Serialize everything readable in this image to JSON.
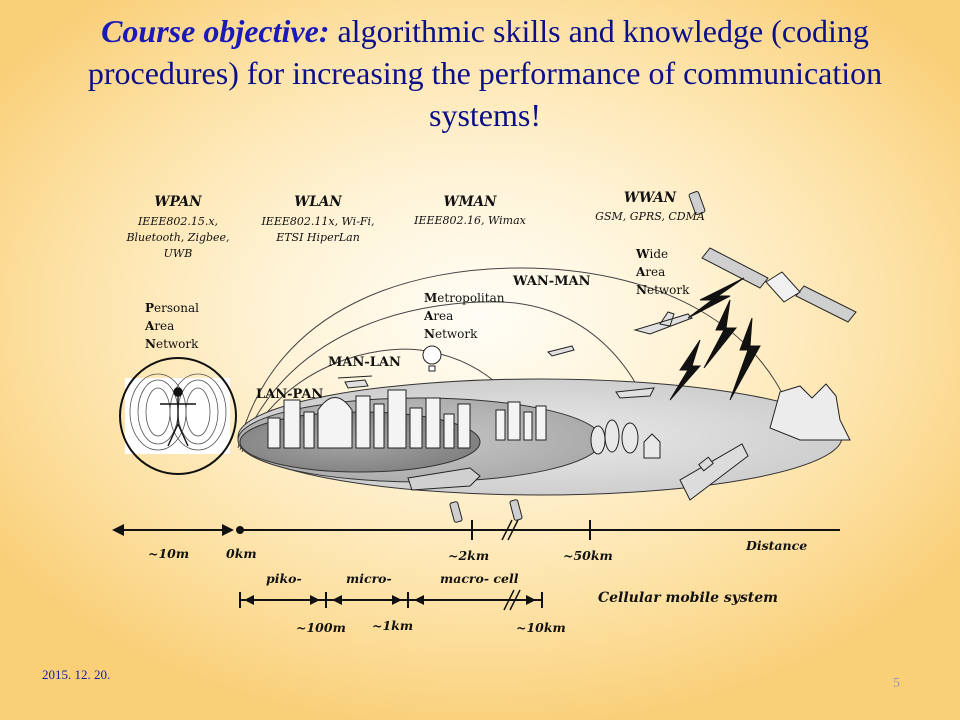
{
  "title": {
    "lead": "Course objective:",
    "rest": " algorithmic skills and knowledge (coding procedures) for increasing the performance of communication systems!"
  },
  "networks": [
    {
      "name": "WPAN",
      "lines": [
        "IEEE802.15.x,",
        "Bluetooth, Zigbee,",
        "UWB"
      ]
    },
    {
      "name": "WLAN",
      "lines": [
        "IEEE802.11x, Wi-Fi,",
        "ETSI HiperLan"
      ]
    },
    {
      "name": "WMAN",
      "lines": [
        "IEEE802.16, Wimax"
      ]
    },
    {
      "name": "WWAN",
      "lines": [
        "GSM, GPRS, CDMA"
      ]
    }
  ],
  "acronyms": {
    "personal": [
      {
        "initial": "P",
        "rest": "ersonal"
      },
      {
        "initial": "A",
        "rest": "rea"
      },
      {
        "initial": "N",
        "rest": "etwork"
      }
    ],
    "metropolitan": [
      {
        "initial": "M",
        "rest": "etropolitan"
      },
      {
        "initial": "A",
        "rest": "rea"
      },
      {
        "initial": "N",
        "rest": "etwork"
      }
    ],
    "wide": [
      {
        "initial": "W",
        "rest": "ide"
      },
      {
        "initial": "A",
        "rest": "rea"
      },
      {
        "initial": "N",
        "rest": "etwork"
      }
    ]
  },
  "zones": {
    "wan_man": "WAN-MAN",
    "man_lan": "MAN-LAN",
    "lan_pan": "LAN-PAN"
  },
  "distance_axis": {
    "left": "~10m",
    "zero": "0km",
    "mid": "~2km",
    "far": "~50km",
    "label": "Distance"
  },
  "cellular_axis": {
    "cells": [
      "piko-",
      "micro-",
      "macro- cell"
    ],
    "ticks": [
      "~100m",
      "~1km",
      "~10km"
    ],
    "label": "Cellular mobile system"
  },
  "footer": {
    "date": "2015. 12. 20.",
    "page": "5"
  },
  "colors": {
    "title": "#0b0f8a",
    "background_edge": "#f9cf78",
    "background_center": "#fffdf6"
  }
}
